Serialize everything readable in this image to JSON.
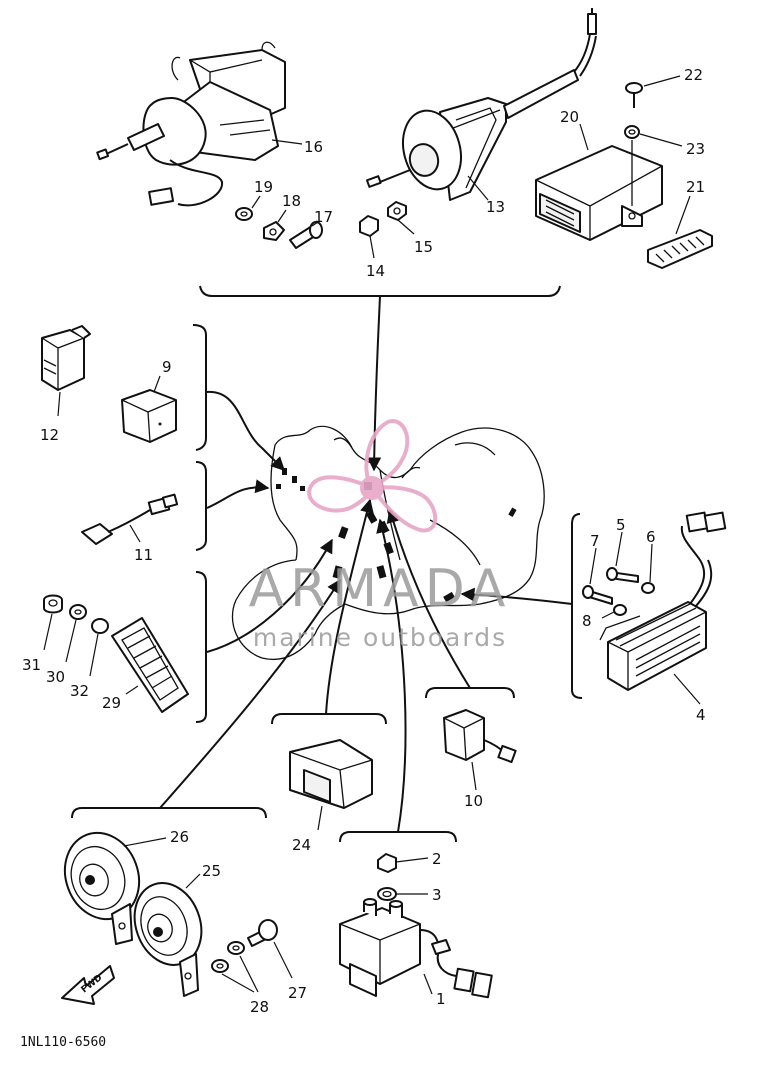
{
  "diagram": {
    "part_numbers": [
      "1",
      "2",
      "3",
      "4",
      "5",
      "6",
      "7",
      "8",
      "9",
      "10",
      "11",
      "12",
      "13",
      "14",
      "15",
      "16",
      "17",
      "18",
      "19",
      "20",
      "21",
      "22",
      "23",
      "24",
      "25",
      "26",
      "27",
      "28",
      "29",
      "30",
      "31",
      "32"
    ],
    "direction_label": "FWD",
    "diagram_code": "1NL110-6560"
  },
  "watermark": {
    "brand": "ARMADA",
    "tagline": "marine outboards",
    "logo_color": "#e8a6c8",
    "text_color": "#9b9b9b"
  },
  "colors": {
    "ink": "#111111",
    "background": "#ffffff"
  }
}
